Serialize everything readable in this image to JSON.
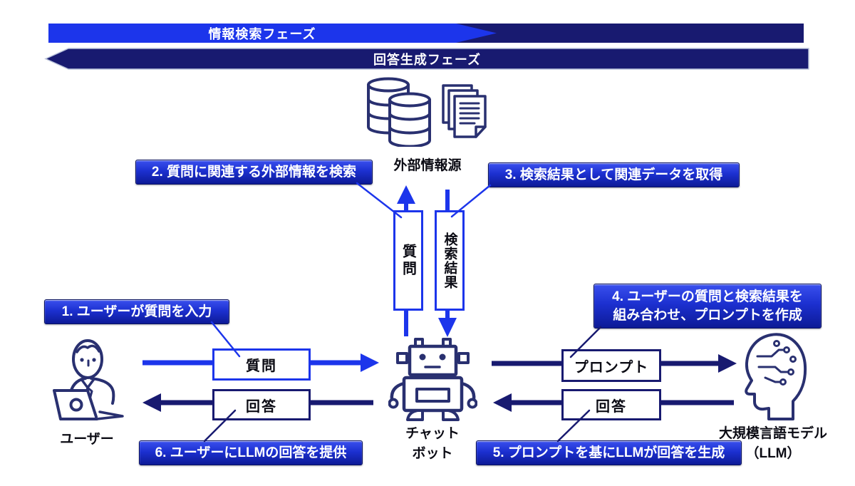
{
  "colors": {
    "bright_blue": "#1C35EB",
    "navy": "#181A70",
    "icon_navy": "#293070",
    "callout_gradient_top": "#3A50EE",
    "callout_gradient_bottom": "#0D1A96",
    "text_on_callout": "#FFFFFF"
  },
  "banners": {
    "phase1": "情報検索フェーズ",
    "phase2": "回答生成フェーズ"
  },
  "source": {
    "label": "外部情報源"
  },
  "actors": {
    "user": "ユーザー",
    "chatbot_line1": "チャット",
    "chatbot_line2": "ボット",
    "llm_line1": "大規模言語モデル",
    "llm_line2": "（LLM）"
  },
  "flow_boxes": {
    "question_vertical": "質問",
    "search_results_vertical": "検索結果",
    "question": "質問",
    "answer_to_user": "回答",
    "prompt": "プロンプト",
    "answer_from_llm": "回答"
  },
  "steps": {
    "s1": "1. ユーザーが質問を入力",
    "s2": "2. 質問に関連する外部情報を検索",
    "s3": "3. 検索結果として関連データを取得",
    "s4_line1": "4. ユーザーの質問と検索結果を",
    "s4_line2": "組み合わせ、プロンプトを作成",
    "s5": "5. プロンプトを基にLLMが回答を生成",
    "s6": "6. ユーザーにLLMの回答を提供"
  }
}
